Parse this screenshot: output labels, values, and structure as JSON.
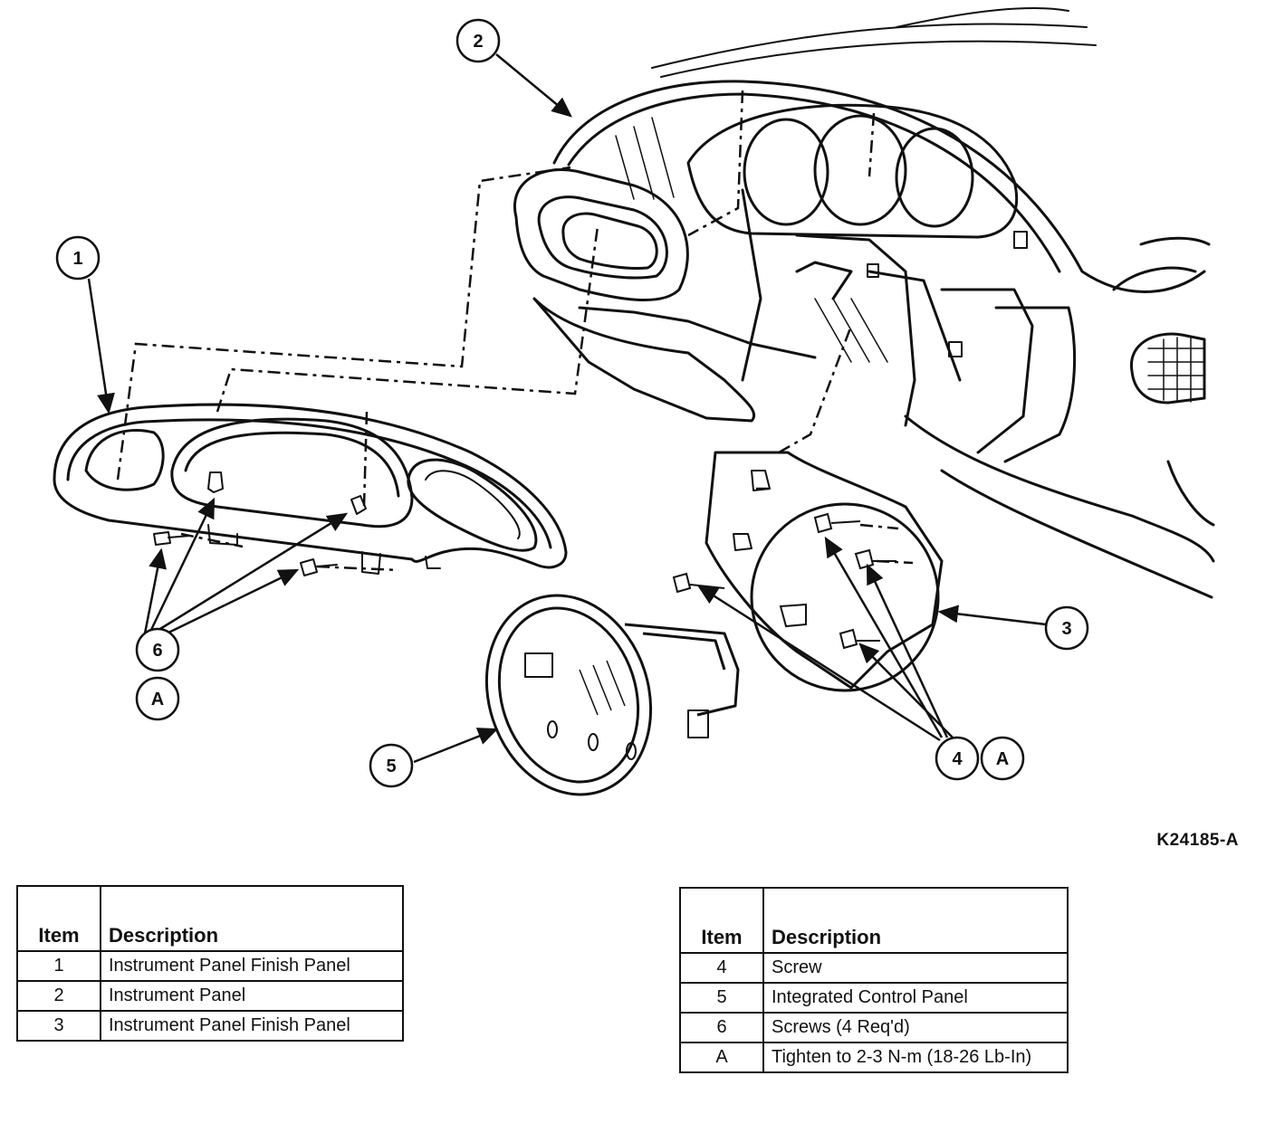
{
  "figure_code": "K24185-A",
  "callouts": [
    "1",
    "2",
    "3",
    "4",
    "5",
    "6",
    "A",
    "A"
  ],
  "legend_left": {
    "headers": {
      "item": "Item",
      "description": "Description"
    },
    "rows": [
      {
        "item": "1",
        "description": "Instrument Panel Finish Panel"
      },
      {
        "item": "2",
        "description": "Instrument Panel"
      },
      {
        "item": "3",
        "description": "Instrument Panel Finish Panel"
      }
    ]
  },
  "legend_right": {
    "headers": {
      "item": "Item",
      "description": "Description"
    },
    "rows": [
      {
        "item": "4",
        "description": "Screw"
      },
      {
        "item": "5",
        "description": "Integrated Control Panel"
      },
      {
        "item": "6",
        "description": "Screws (4 Req'd)"
      },
      {
        "item": "A",
        "description": "Tighten to 2-3 N-m (18-26 Lb-In)"
      }
    ]
  }
}
